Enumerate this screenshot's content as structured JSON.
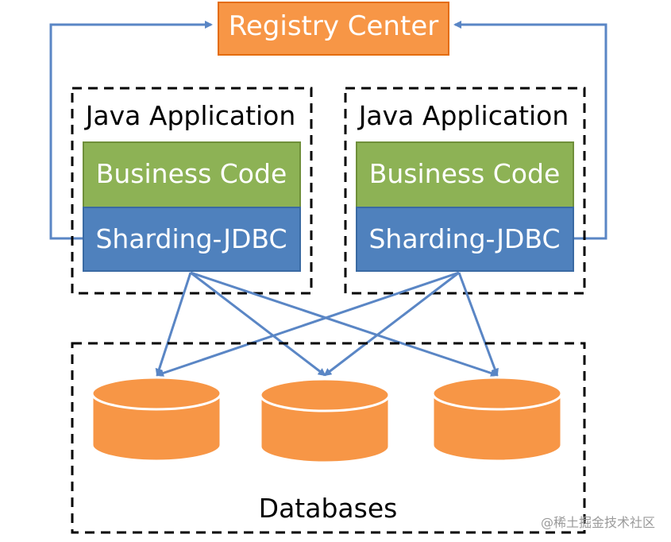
{
  "registry": {
    "label": "Registry Center"
  },
  "apps": [
    {
      "title": "Java Application",
      "business_label": "Business Code",
      "sharding_label": "Sharding-JDBC"
    },
    {
      "title": "Java Application",
      "business_label": "Business Code",
      "sharding_label": "Sharding-JDBC"
    }
  ],
  "databases": {
    "label": "Databases",
    "count": 3
  },
  "watermark": "@稀土掘金技术社区",
  "colors": {
    "registry_fill": "#f79646",
    "registry_stroke": "#e46c0a",
    "business_fill": "#8db255",
    "business_stroke": "#6f8f3a",
    "sharding_fill": "#4f81bd",
    "sharding_stroke": "#3a6aa3",
    "db_fill": "#f79646",
    "db_stroke": "#ffffff",
    "arrow": "#5a86c5",
    "border": "#000000"
  }
}
